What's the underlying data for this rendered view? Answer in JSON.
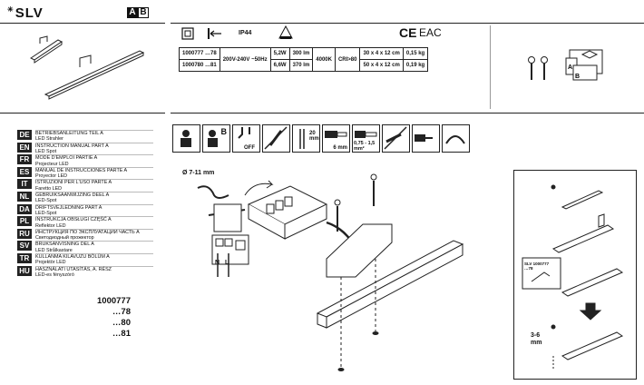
{
  "brand": {
    "logo": "SLV",
    "part_a": "A",
    "part_b": "B"
  },
  "spec": {
    "ip_rating": "IP44",
    "ce_mark": "CE",
    "eac_mark": "EAC",
    "rows": [
      {
        "code": "1000777 …78",
        "voltage": "200V-240V ~50Hz",
        "power": "5,2W",
        "lumen": "300 lm",
        "cct": "4000K",
        "cri": "CRI>80",
        "dims": "30 x 4 x 12 cm",
        "weight": "0,15 kg"
      },
      {
        "code": "1000780 …81",
        "power": "6,6W",
        "lumen": "370 lm",
        "dims": "50 x 4 x 12 cm",
        "weight": "0,19 kg"
      }
    ]
  },
  "languages": [
    {
      "code": "DE",
      "l1": "BETRIEBSANLEITUNG TEIL A",
      "l2": "LED Strahler"
    },
    {
      "code": "EN",
      "l1": "INSTRUCTION MANUAL PART A",
      "l2": "LED Spot"
    },
    {
      "code": "FR",
      "l1": "MODE D'EMPLOI PARTIE A",
      "l2": "Projecteur LED"
    },
    {
      "code": "ES",
      "l1": "MANUAL DE INSTRUCCIONES PARTE A",
      "l2": "Proyector LED"
    },
    {
      "code": "IT",
      "l1": "ISTRUZIONI PER L'USO PARTE A",
      "l2": "Faretto LED"
    },
    {
      "code": "NL",
      "l1": "GEBRUIKSAANWIJZING DEEL A",
      "l2": "LED-Spot"
    },
    {
      "code": "DA",
      "l1": "DRIFTSVEJLEDNING PART A",
      "l2": "LED-Spot"
    },
    {
      "code": "PL",
      "l1": "INSTRUKCJA OBSŁUGI CZĘŚĆ A",
      "l2": "Reflektor LED"
    },
    {
      "code": "RU",
      "l1": "ИНСТРУКЦИЯ ПО ЭКСПЛУАТАЦИИ ЧАСТЬ А",
      "l2": "Светодиодный прожектор"
    },
    {
      "code": "SV",
      "l1": "BRUKSANVISNING DEL A",
      "l2": "LED Strålkastare"
    },
    {
      "code": "TR",
      "l1": "KULLANMA KILAVUZU BÖLÜM A",
      "l2": "Projektör LED"
    },
    {
      "code": "HU",
      "l1": "HASZNÁLATI UTASÍTÁS, A. RÉSZ",
      "l2": "LED-es fényszóró"
    }
  ],
  "models": [
    "1000777",
    "…78",
    "…80",
    "…81"
  ],
  "icon_labels": {
    "off": "OFF",
    "wire_len": "20 mm",
    "strip": "6 mm",
    "section": "0,75 - 1,5 mm²",
    "b": "B"
  },
  "diagram": {
    "cable_dia": "Ø 7-11 mm",
    "n": "N",
    "l": "L",
    "slv_label": "SLV 1000777 …78",
    "gap": "3-6 mm"
  }
}
